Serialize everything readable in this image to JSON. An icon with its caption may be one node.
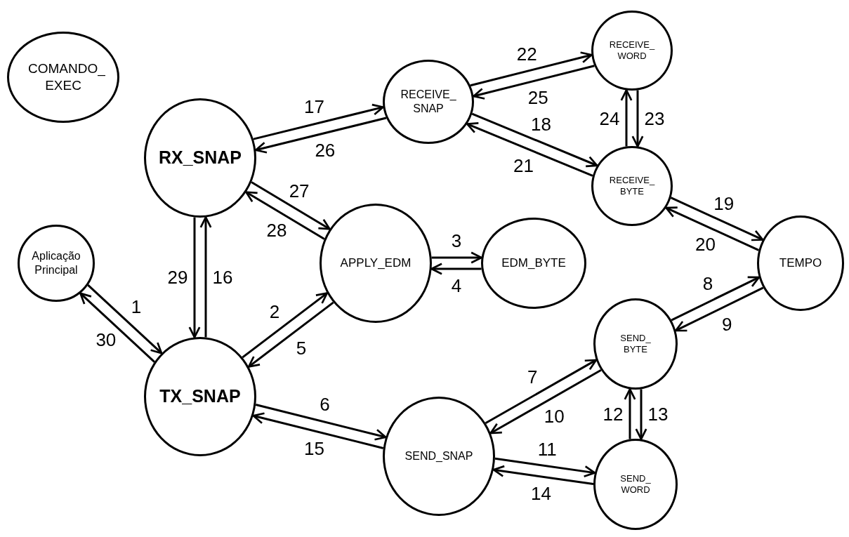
{
  "diagram": {
    "nodes": [
      {
        "text": [
          "COMANDO_ EXEC"
        ]
      },
      {
        "text": [
          "RX_SNAP"
        ]
      },
      {
        "text": [
          "RECEIVE_ SNAP"
        ]
      },
      {
        "text": [
          "RECEIVE_ WORD"
        ]
      },
      {
        "text": [
          "RECEIVE_ BYTE"
        ]
      },
      {
        "text": [
          "Aplicação Principal"
        ]
      },
      {
        "text": [
          "APPLY_EDM"
        ]
      },
      {
        "text": [
          "EDM_BYTE"
        ]
      },
      {
        "text": [
          "TEMPO"
        ]
      },
      {
        "text": [
          "TX_SNAP"
        ]
      },
      {
        "text": [
          "SEND_ BYTE"
        ]
      },
      {
        "text": [
          "SEND_SNAP"
        ]
      },
      {
        "text": [
          "SEND_ WORD"
        ]
      }
    ],
    "edges": [
      {
        "from": 5,
        "to": 9,
        "arrow": "to",
        "label": "1"
      },
      {
        "from": 9,
        "to": 5,
        "arrow": "to",
        "label": "30"
      },
      {
        "from": 1,
        "to": 9,
        "arrow": "to",
        "label": "29"
      },
      {
        "from": 9,
        "to": 1,
        "arrow": "to",
        "label": "16"
      },
      {
        "from": 1,
        "to": 2,
        "arrow": "to",
        "label": "17"
      },
      {
        "from": 2,
        "to": 1,
        "arrow": "to",
        "label": "26"
      },
      {
        "from": 1,
        "to": 6,
        "arrow": "to",
        "label": "27"
      },
      {
        "from": 6,
        "to": 1,
        "arrow": "to",
        "label": "28"
      },
      {
        "from": 9,
        "to": 6,
        "arrow": "to",
        "label": "2"
      },
      {
        "from": 6,
        "to": 9,
        "arrow": "to",
        "label": "5"
      },
      {
        "from": 6,
        "to": 7,
        "arrow": "to",
        "label": "3"
      },
      {
        "from": 7,
        "to": 6,
        "arrow": "to",
        "label": "4"
      },
      {
        "from": 2,
        "to": 3,
        "arrow": "to",
        "label": "22"
      },
      {
        "from": 3,
        "to": 2,
        "arrow": "to",
        "label": "25"
      },
      {
        "from": 2,
        "to": 4,
        "arrow": "to",
        "label": "18"
      },
      {
        "from": 4,
        "to": 2,
        "arrow": "to",
        "label": "21"
      },
      {
        "from": 3,
        "to": 4,
        "arrow": "to",
        "label": "23"
      },
      {
        "from": 4,
        "to": 3,
        "arrow": "to",
        "label": "24"
      },
      {
        "from": 4,
        "to": 8,
        "arrow": "to",
        "label": "19"
      },
      {
        "from": 8,
        "to": 4,
        "arrow": "to",
        "label": "20"
      },
      {
        "from": 10,
        "to": 8,
        "arrow": "to",
        "label": "8"
      },
      {
        "from": 8,
        "to": 10,
        "arrow": "to",
        "label": "9"
      },
      {
        "from": 9,
        "to": 11,
        "arrow": "to",
        "label": "6"
      },
      {
        "from": 11,
        "to": 9,
        "arrow": "to",
        "label": "15"
      },
      {
        "from": 11,
        "to": 10,
        "arrow": "to",
        "label": "7"
      },
      {
        "from": 10,
        "to": 11,
        "arrow": "to",
        "label": "10"
      },
      {
        "from": 11,
        "to": 12,
        "arrow": "to",
        "label": "11"
      },
      {
        "from": 12,
        "to": 11,
        "arrow": "to",
        "label": "14"
      },
      {
        "from": 12,
        "to": 10,
        "arrow": "to",
        "label": "12"
      },
      {
        "from": 10,
        "to": 12,
        "arrow": "to",
        "label": "13"
      }
    ]
  }
}
